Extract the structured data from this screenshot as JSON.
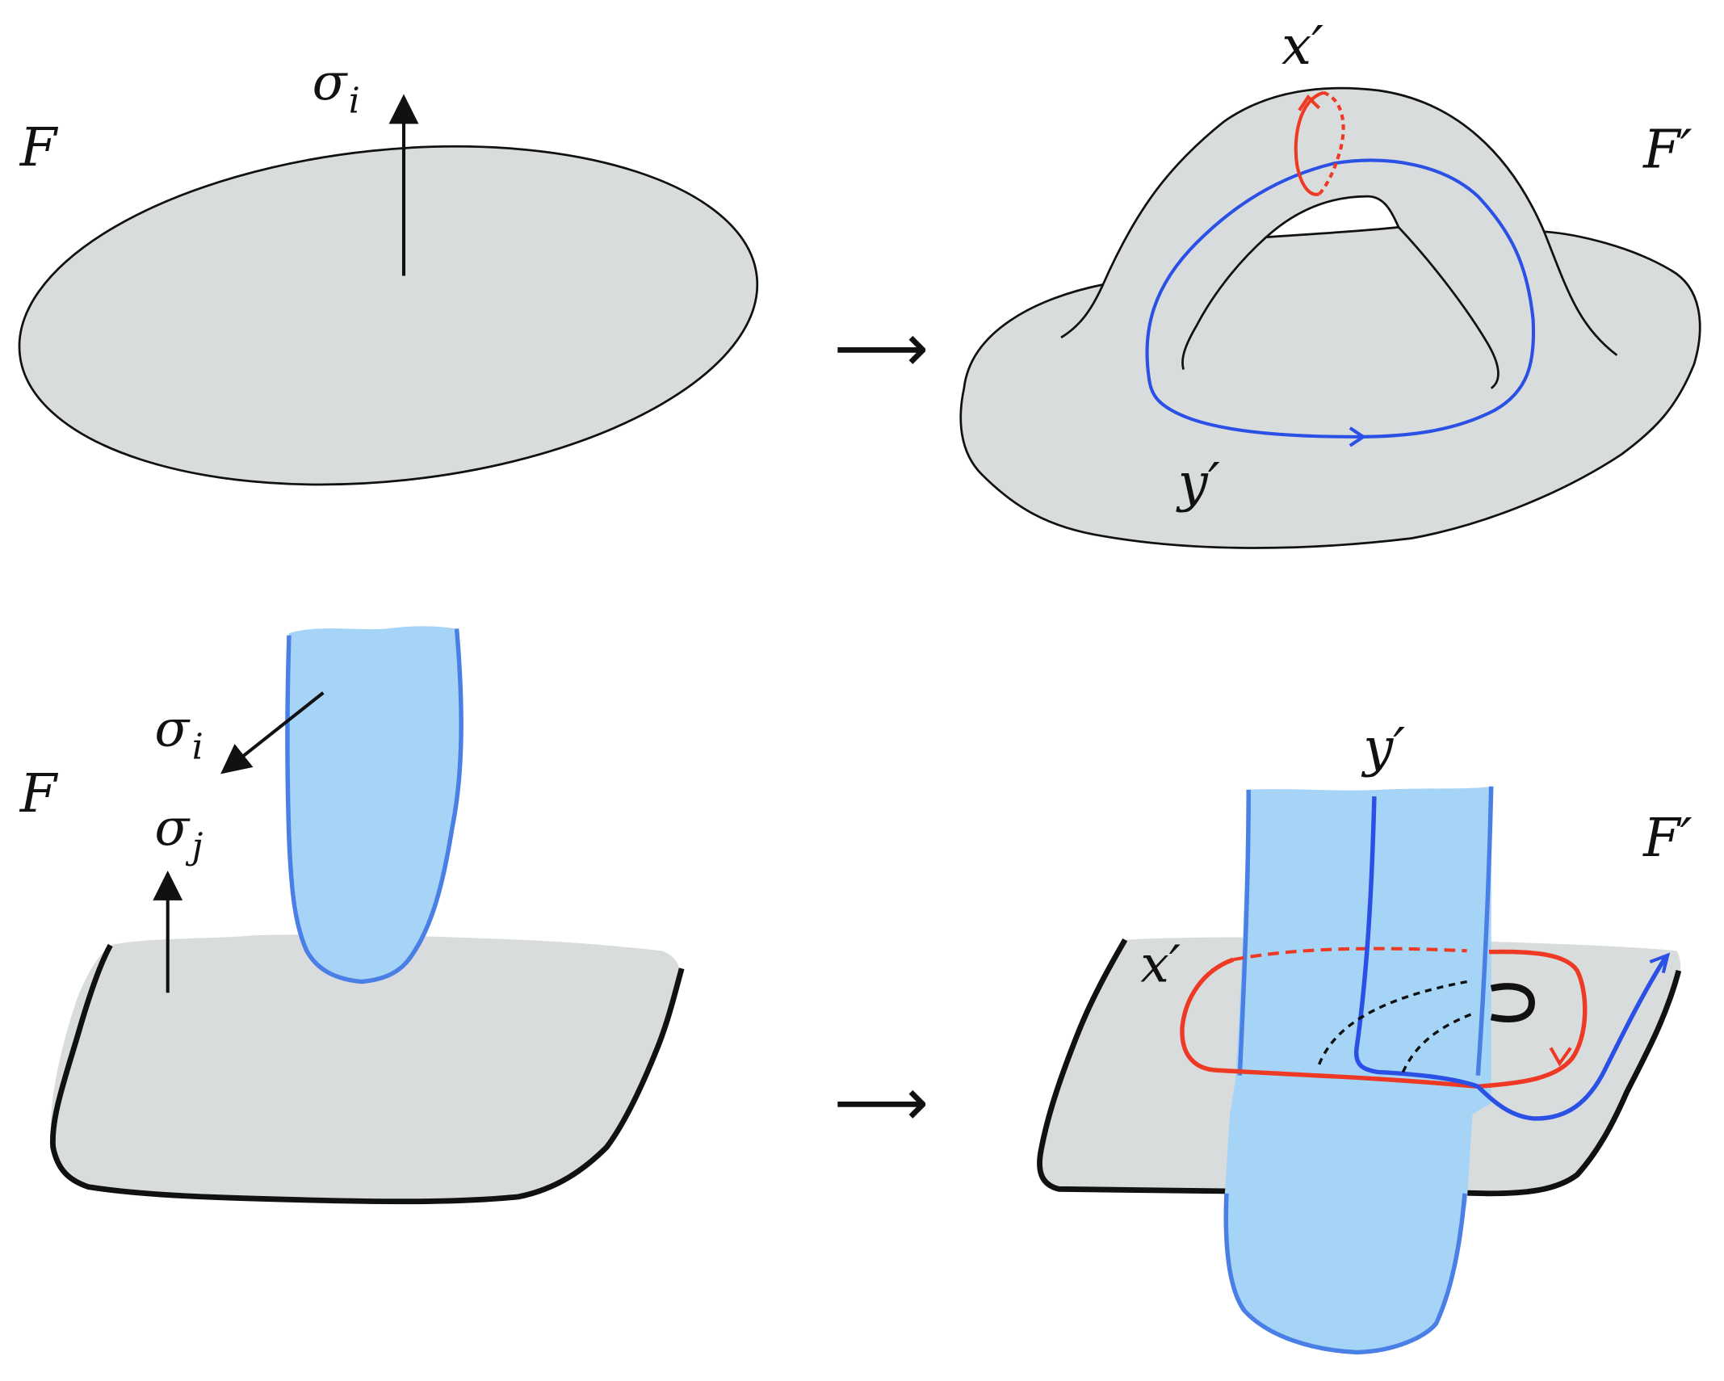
{
  "colors": {
    "surface": "#d9dcdc",
    "ink": "#111111",
    "red": "#ee3a24",
    "blue": "#2b50e6",
    "tube": "#a6d4f6",
    "tube_edge": "#4a7fe6"
  },
  "labels": {
    "F": "F",
    "F_prime": "F′",
    "x_prime": "x′",
    "y_prime": "y′",
    "sigma": "σ",
    "sub_i": "i",
    "sub_j": "j",
    "arrow": "⟶"
  }
}
